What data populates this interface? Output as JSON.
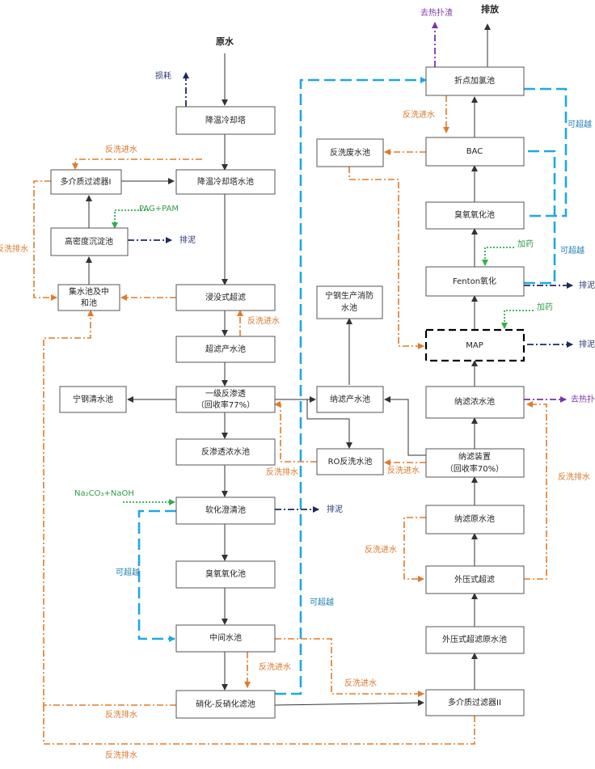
{
  "nodes": {
    "cooling_tower": "降温冷却塔",
    "cooling_pool": "降温冷却塔水池",
    "multimedia_filter_1": "多介质过滤器I",
    "hd_sedimentation": "高密度沉淀池",
    "collect_pool_l1": "集水池及中",
    "collect_pool_l2": "和池",
    "submerged_uf": "浸没式超滤",
    "uf_product_pool": "超滤产水池",
    "ro_stage1_l1": "一级反渗透",
    "ro_stage1_l2": "（回收率77%）",
    "ningbo_clean_pool": "宁钢清水池",
    "ro_concentrate_pool": "反渗透浓水池",
    "softening_clarifier": "软化澄清池",
    "ozone_left": "臭氧氧化池",
    "middle_pool": "中间水池",
    "nitrification_filter": "硝化-反硝化滤池",
    "fire_pool_l1": "宁钢生产消防",
    "fire_pool_l2": "水池",
    "nf_product_pool": "纳滤产水池",
    "ro_backwash_pool": "RO反洗水池",
    "breakpoint_chlorination": "折点加氯池",
    "backwash_waste_pool": "反洗废水池",
    "bac": "BAC",
    "ozone_right": "臭氧氧化池",
    "fenton": "Fenton氧化",
    "map": "MAP",
    "nf_concentrate_pool": "纳滤浓水池",
    "nf_device_l1": "纳滤装置",
    "nf_device_l2": "（回收率70%）",
    "nf_raw_pool": "纳滤原水池",
    "external_uf": "外压式超滤",
    "external_uf_raw_pool": "外压式超滤原水池",
    "multimedia_filter_2": "多介质过滤器II"
  },
  "labels": {
    "raw_water": "原水",
    "discharge": "排放",
    "loss": "损耗",
    "heat_salt_top": "去热扑渣",
    "heat_salt_right": "去热扑",
    "backwash_in": "反洗进水",
    "backwash_out": "反洗排水",
    "sludge": "排泥",
    "ultrafiltrable": "可超越",
    "pac_pam": "PAG+PAM",
    "dosing": "加药",
    "na2co3_naoh": "Na₂CO₃+NaOH",
    "sludge_cut": "排泥",
    "backwash_out_cut": "反洗排水"
  },
  "colors": {
    "main_flow": "#333333",
    "backwash": "#e07b28",
    "bypass": "#1fa8e0",
    "sludge": "#1c2a60",
    "chemical": "#2fae4a",
    "heat": "#7a35a8"
  }
}
